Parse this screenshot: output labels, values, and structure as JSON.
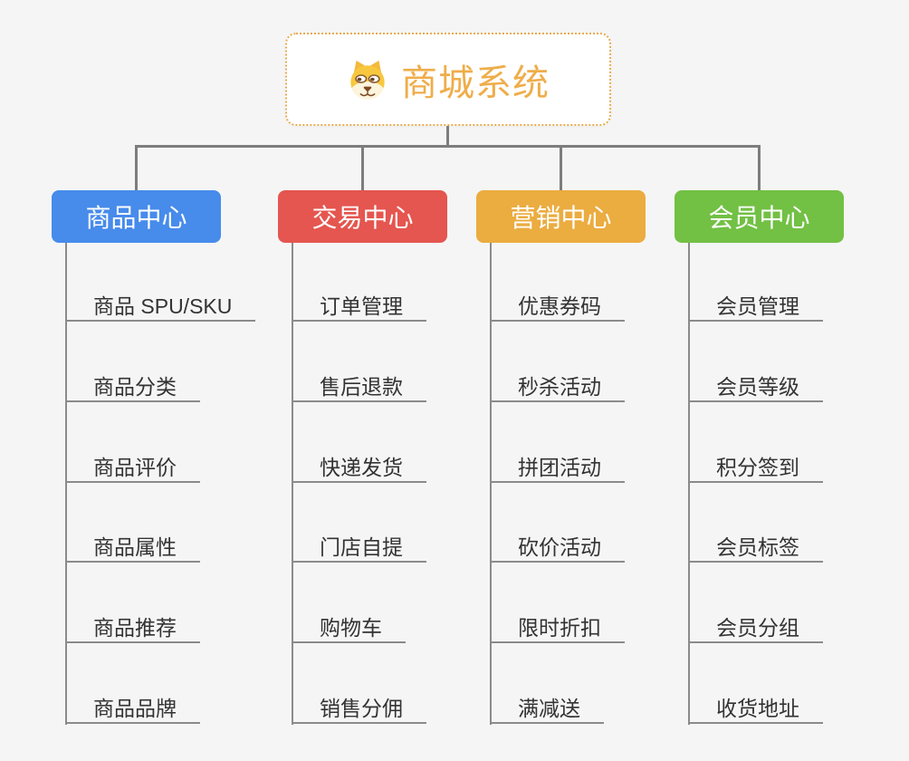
{
  "root": {
    "title": "商城系统",
    "icon": "shiba-dog-icon"
  },
  "branches": [
    {
      "label": "商品中心",
      "color": "#478beb",
      "items": [
        "商品 SPU/SKU",
        "商品分类",
        "商品评价",
        "商品属性",
        "商品推荐",
        "商品品牌"
      ]
    },
    {
      "label": "交易中心",
      "color": "#e4564f",
      "items": [
        "订单管理",
        "售后退款",
        "快递发货",
        "门店自提",
        "购物车",
        "销售分佣"
      ]
    },
    {
      "label": "营销中心",
      "color": "#ebac40",
      "items": [
        "优惠券码",
        "秒杀活动",
        "拼团活动",
        "砍价活动",
        "限时折扣",
        "满减送"
      ]
    },
    {
      "label": "会员中心",
      "color": "#72c044",
      "items": [
        "会员管理",
        "会员等级",
        "积分签到",
        "会员标签",
        "会员分组",
        "收货地址"
      ]
    }
  ],
  "colors": {
    "root_text": "#efad4a",
    "root_border": "#e9ab51",
    "connector": "#7d7d7d",
    "spine": "#8b8b8b",
    "leaf_text": "#333333",
    "background": "#f5f5f5"
  }
}
